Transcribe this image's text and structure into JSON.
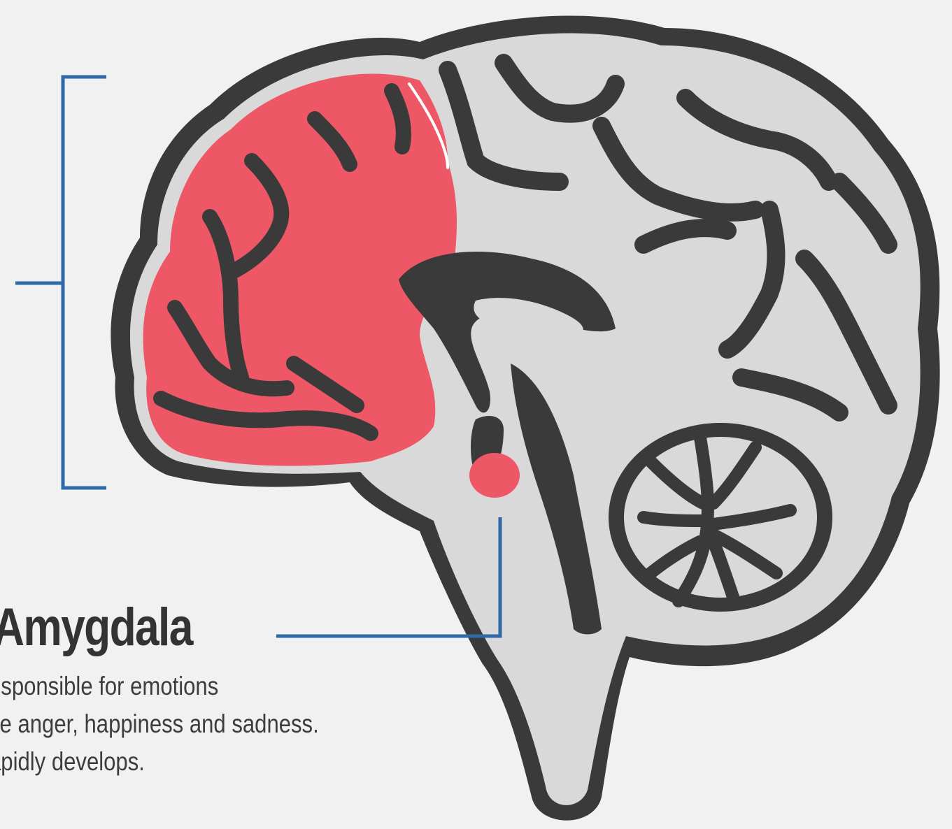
{
  "label": {
    "title": "Amygdala",
    "lines": [
      "esponsible for emotions",
      "ke anger, happiness and sadness.",
      "apidly develops."
    ]
  },
  "colors": {
    "background": "#f1f1f1",
    "outline": "#3a3a3a",
    "brain_fill": "#d9d9d9",
    "highlight": "#ee5765",
    "connector": "#2f6aa6"
  },
  "icons": {
    "bracket": "bracket-marker-icon",
    "brain": "brain-illustration-icon"
  }
}
